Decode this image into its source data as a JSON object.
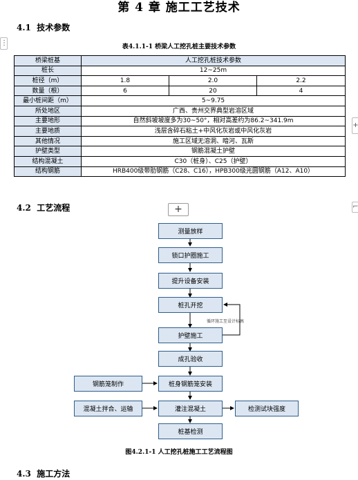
{
  "chapter_title": "第 4 章  施工工艺技术",
  "sections": [
    {
      "number": "4.1",
      "title": "技术参数"
    },
    {
      "number": "4.2",
      "title": "工艺流程"
    },
    {
      "number": "4.3",
      "title": "施工方法"
    }
  ],
  "table": {
    "caption": "表4.1.1-1  桥梁人工挖孔桩主要技术参数",
    "header": {
      "label": "桥梁桩基",
      "value": "人工挖孔桩技术参数"
    },
    "rows": [
      {
        "label": "桩长",
        "values": [
          "12~25m"
        ]
      },
      {
        "label": "桩径（m）",
        "values": [
          "1.8",
          "2.0",
          "2.2"
        ]
      },
      {
        "label": "数量（根）",
        "values": [
          "6",
          "20",
          "4"
        ]
      },
      {
        "label": "最小桩间距（m）",
        "values": [
          "5~9.75"
        ]
      },
      {
        "label": "所处地区",
        "values": [
          "广西、贵州交界典型岩溶区域"
        ]
      },
      {
        "label": "主要地形",
        "values": [
          "自然斜坡坡度多为30~50°，相对高差约为86.2~341.9m"
        ]
      },
      {
        "label": "主要地质",
        "values": [
          "浅层含碎石粘土+中风化灰岩或中风化灰岩"
        ]
      },
      {
        "label": "其他情况",
        "values": [
          "施工区域无溶洞、暗河、瓦斯"
        ]
      },
      {
        "label": "护壁类型",
        "values": [
          "钢筋混凝土护壁"
        ]
      },
      {
        "label": "结构混凝土",
        "values": [
          "C30（桩身）、C25（护壁）"
        ]
      },
      {
        "label": "结构钢筋",
        "values": [
          "HRB400级带肋钢筋（C28、C16），HPB300级光圆钢筋（A12、A10）"
        ]
      }
    ]
  },
  "flowchart": {
    "main_steps": [
      "测量放样",
      "锁口护圈施工",
      "提升设备安装",
      "桩孔开挖",
      "护壁施工",
      "成孔验收",
      "桩身钢筋笼安装",
      "灌注混凝土",
      "桩基检测"
    ],
    "side_steps": {
      "rebar_cage": "钢筋笼制作",
      "concrete_mixing": "混凝土拌合、运输",
      "test_block": "检测试块强度"
    },
    "loop_note": "循环施工至设计标高",
    "caption": "图4.2.1-1  人工挖孔桩施工工艺流程图"
  },
  "ui": {
    "plus_symbol": "+",
    "handle_symbol": "⋮",
    "bracket_symbol": "⌐"
  },
  "colors": {
    "box_fill": "#dce6f2",
    "box_border": "#2e5c8a",
    "header_fill": "#dce6f2"
  }
}
